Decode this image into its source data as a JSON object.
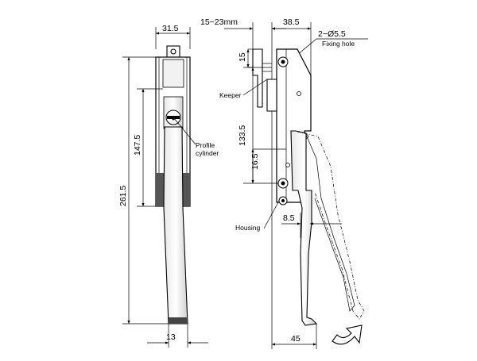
{
  "dimensions": {
    "top_width_front": "31.5",
    "height_total": "261.5",
    "height_upper": "147.5",
    "handle_width": "13",
    "side_range": "15~23mm",
    "side_width": "38.5",
    "hole_spec": "2−Ø5.5",
    "hole_note": "Fixing hole",
    "h15": "15",
    "h133": "133.5",
    "h16": "16.5",
    "d85": "8.5",
    "w45": "45"
  },
  "labels": {
    "profile_cylinder_1": "Profile",
    "profile_cylinder_2": "cylinder",
    "keeper": "Keeper",
    "housing": "Housing"
  },
  "icons": {
    "rotation": "rotation-arrow-icon"
  }
}
